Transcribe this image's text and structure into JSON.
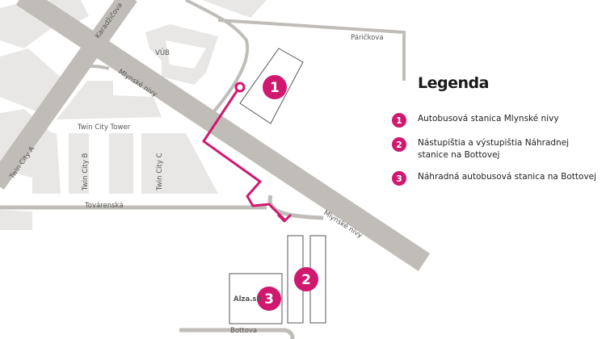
{
  "colors": {
    "accent": "#d0186f",
    "road": "#c0bdb8",
    "building": "#e8e7e5"
  },
  "map": {
    "streets": {
      "karadzicova": "Karadžičova",
      "mlynske_1": "Mlynské nivy",
      "mlynske_2": "Mlynské nivy",
      "parickova": "Páričkova",
      "tovarenska": "Továrenská",
      "bottova": "Bottova"
    },
    "buildings": {
      "vub": "VÚB",
      "tower": "Twin City Tower",
      "a": "Twin City A",
      "b": "Twin City B",
      "c": "Twin City C",
      "alza": "Alza.sk"
    },
    "markers": [
      "1",
      "2",
      "3"
    ]
  },
  "legend": {
    "title": "Legenda",
    "items": [
      {
        "num": "1",
        "text": "Autobusová stanica Mlynské nivy"
      },
      {
        "num": "2",
        "text": "Nástupištia a výstupištia Náhradnej stanice na Bottovej"
      },
      {
        "num": "3",
        "text": "Náhradná autobusová stanica na Bottovej"
      }
    ]
  }
}
